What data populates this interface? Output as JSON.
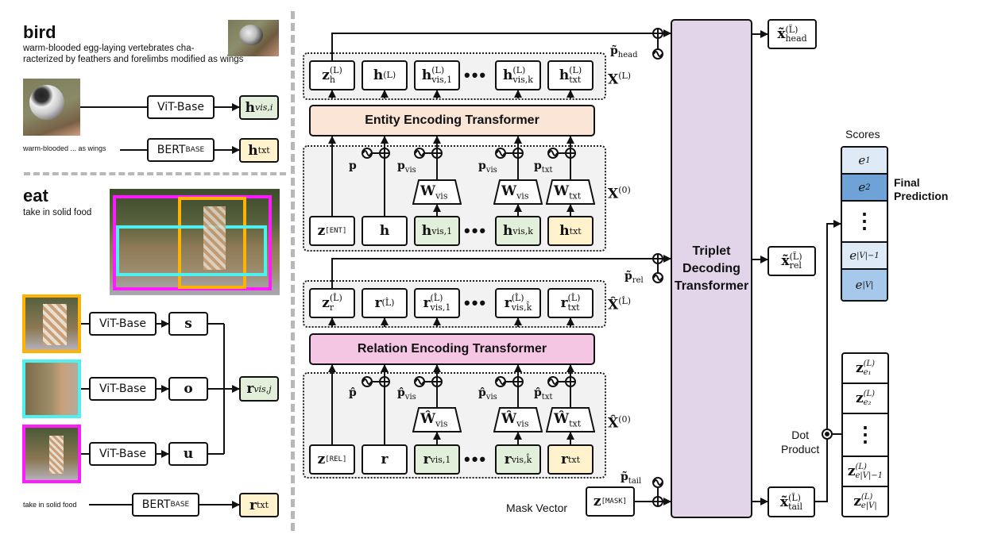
{
  "left": {
    "entity": {
      "word": "bird",
      "definition": "warm-blooded egg-laying vertebrates characterized by feathers and forelimbs modified as wings",
      "definition_line1": "warm-blooded egg-laying vertebrates cha-",
      "definition_line2": "racterized by feathers and forelimbs modified as wings",
      "short_text": "warm-blooded ... as wings",
      "vision_encoder": "ViT-Base",
      "text_encoder": "BERT",
      "text_encoder_sub": "BASE",
      "vis_output": "h",
      "vis_output_sub": "vis,i",
      "txt_output": "h",
      "txt_output_sub": "txt"
    },
    "relation": {
      "word": "eat",
      "definition": "take in solid food",
      "short_text": "take in solid food",
      "vision_encoder": "ViT-Base",
      "text_encoder": "BERT",
      "text_encoder_sub": "BASE",
      "crop_outputs": [
        "s",
        "o",
        "u"
      ],
      "crop_colors": [
        "#ffb300",
        "#4ff0f0",
        "#ff1aff"
      ],
      "vis_output": "r",
      "vis_output_sub": "vis,j",
      "txt_output": "r",
      "txt_output_sub": "txt"
    }
  },
  "entity_encoder": {
    "title": "Entity Encoding Transformer",
    "color": "#fbe5d6",
    "output_label": "X",
    "output_sup": "(L)",
    "input_label": "X",
    "input_sup": "(0)",
    "outputs": [
      {
        "base": "z",
        "sub": "h",
        "sup": "(L)"
      },
      {
        "base": "h",
        "sub": "",
        "sup": "(L)"
      },
      {
        "base": "h",
        "sub": "vis,1",
        "sup": "(L)"
      },
      {
        "base": "h",
        "sub": "vis,k",
        "sup": "(L)"
      },
      {
        "base": "h",
        "sub": "txt",
        "sup": "(L)"
      }
    ],
    "inputs": [
      {
        "base": "z",
        "sub": "[ENT]"
      },
      {
        "base": "h",
        "sub": ""
      },
      {
        "base": "h",
        "sub": "vis,1"
      },
      {
        "base": "h",
        "sub": "vis,k"
      },
      {
        "base": "h",
        "sub": "txt"
      }
    ],
    "projections": [
      {
        "base": "W",
        "sub": "vis"
      },
      {
        "base": "W",
        "sub": "vis"
      },
      {
        "base": "W",
        "sub": "txt"
      }
    ],
    "positions": [
      {
        "base": "p",
        "sub": ""
      },
      {
        "base": "p",
        "sub": "vis"
      },
      {
        "base": "p",
        "sub": "vis"
      },
      {
        "base": "p",
        "sub": "txt"
      }
    ]
  },
  "relation_encoder": {
    "title": "Relation Encoding Transformer",
    "color": "#f4c6e4",
    "output_label": "X̂",
    "output_sup": "(L̂)",
    "input_label": "X̂",
    "input_sup": "(0)",
    "outputs": [
      {
        "base": "z",
        "sub": "r",
        "sup": "(L̂)"
      },
      {
        "base": "r",
        "sub": "",
        "sup": "(L̂)"
      },
      {
        "base": "r",
        "sub": "vis,1",
        "sup": "(L̂)"
      },
      {
        "base": "r",
        "sub": "vis,k̂",
        "sup": "(L̂)"
      },
      {
        "base": "r",
        "sub": "txt",
        "sup": "(L̂)"
      }
    ],
    "inputs": [
      {
        "base": "z",
        "sub": "[REL]"
      },
      {
        "base": "r",
        "sub": ""
      },
      {
        "base": "r",
        "sub": "vis,1"
      },
      {
        "base": "r",
        "sub": "vis,k̂"
      },
      {
        "base": "r",
        "sub": "txt"
      }
    ],
    "projections": [
      {
        "base": "Ŵ",
        "sub": "vis"
      },
      {
        "base": "Ŵ",
        "sub": "vis"
      },
      {
        "base": "Ŵ",
        "sub": "txt"
      }
    ],
    "positions": [
      {
        "base": "p̂",
        "sub": ""
      },
      {
        "base": "p̂",
        "sub": "vis"
      },
      {
        "base": "p̂",
        "sub": "vis"
      },
      {
        "base": "p̂",
        "sub": "txt"
      }
    ]
  },
  "decoder": {
    "title_lines": [
      "Triplet",
      "Decoding",
      "Transformer"
    ],
    "color": "#e2d5ea",
    "pos_head": {
      "base": "p̃",
      "sub": "head"
    },
    "pos_rel": {
      "base": "p̃",
      "sub": "rel"
    },
    "pos_tail": {
      "base": "p̃",
      "sub": "tail"
    },
    "mask_label": "Mask Vector",
    "mask_token": {
      "base": "z",
      "sub": "[MASK]"
    },
    "out_head": {
      "base": "x̃",
      "sub": "head",
      "sup": "(L̃)"
    },
    "out_rel": {
      "base": "x̃",
      "sub": "rel",
      "sup": "(L̃)"
    },
    "out_tail": {
      "base": "x̃",
      "sub": "tail",
      "sup": "(L̃)"
    }
  },
  "scoring": {
    "scores_title": "Scores",
    "final_prediction": [
      "Final",
      "Prediction"
    ],
    "dot_product": [
      "Dot",
      "Product"
    ],
    "scores": [
      {
        "label": "e",
        "sub": "1",
        "color": "#deebf7"
      },
      {
        "label": "e",
        "sub": "2",
        "color": "#6fa3d8"
      },
      {
        "label": "⋮",
        "sub": "",
        "color": "#ffffff"
      },
      {
        "label": "e",
        "sub": "|V|−1",
        "color": "#deebf7"
      },
      {
        "label": "e",
        "sub": "|V|",
        "color": "#a6c8ea"
      }
    ],
    "embeddings": [
      {
        "base": "z",
        "sub": "e₁",
        "sup": "(L)"
      },
      {
        "base": "z",
        "sub": "e₂",
        "sup": "(L)"
      },
      {
        "base": "⋮",
        "sub": "",
        "sup": ""
      },
      {
        "base": "z",
        "sub": "e|V|−1",
        "sup": "(L)"
      },
      {
        "base": "z",
        "sub": "e|V|",
        "sup": "(L)"
      }
    ]
  },
  "ellipsis": "•••"
}
